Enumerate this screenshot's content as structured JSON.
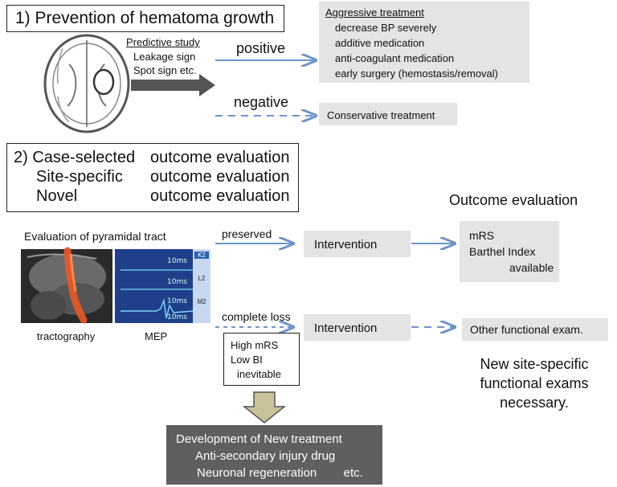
{
  "section1": {
    "title": "1) Prevention of hematoma growth",
    "predictive_title": "Predictive study",
    "predictive_items": [
      "Leakage sign",
      "Spot sign  etc."
    ],
    "positive_label": "positive",
    "negative_label": "negative",
    "aggressive_title": "Aggressive treatment",
    "aggressive_items": [
      "decrease BP severely",
      "additive medication",
      "anti-coagulant medication",
      "early surgery (hemostasis/removal)"
    ],
    "conservative": "Conservative treatment"
  },
  "section2": {
    "title_lines": [
      {
        "a": "2) Case-selected",
        "b": "outcome evaluation"
      },
      {
        "a": "Site-specific",
        "b": "outcome evaluation"
      },
      {
        "a": "Novel",
        "b": "outcome evaluation"
      }
    ],
    "outcome_heading": "Outcome evaluation",
    "pyramidal_title": "Evaluation of pyramidal tract",
    "tractography_label": "tractography",
    "mep_label": "MEP",
    "mep_readouts": [
      "10ms",
      "10ms",
      "10ms",
      "10ms"
    ],
    "mep_side": [
      "K2",
      "L2",
      "M2"
    ],
    "preserved_label": "preserved",
    "complete_loss_label": "complete loss",
    "intervention_top": "Intervention",
    "intervention_bottom": "Intervention",
    "outcome_box": [
      "mRS",
      "Barthel Index",
      "available"
    ],
    "other_exam": "Other functional exam.",
    "inevitable_box": [
      "High mRS",
      "Low BI",
      "inevitable"
    ],
    "new_exams_text": [
      "New site-specific",
      "functional exams",
      "necessary."
    ],
    "development_box": {
      "title": "Development of New treatment",
      "line2": "Anti-secondary injury drug",
      "line3": "Neuronal regeneration        etc."
    }
  },
  "colors": {
    "arrow_blue": "#6f95c8",
    "grey_box": "#e4e4e4",
    "dark_box": "#5f5f5f",
    "big_arrow": "#c8c19a"
  }
}
